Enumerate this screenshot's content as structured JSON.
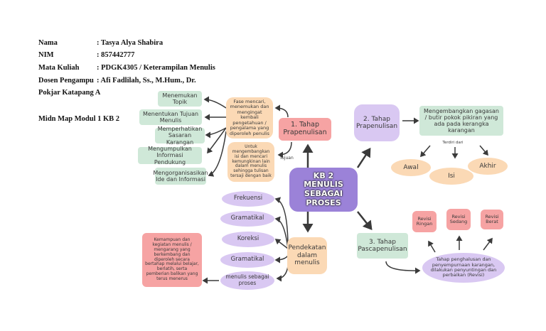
{
  "header": {
    "nama_label": "Nama",
    "nama_value": ": Tasya Alya Shabira",
    "nim_label": "NIM",
    "nim_value": ": 857442777",
    "matkul_label": "Mata Kuliah",
    "matkul_value": ": PDGK4305 / Keterampilan Menulis",
    "dosen_label": "Dosen Pengampu",
    "dosen_value": ": Afi Fadlilah, Ss., M.Hum., Dr.",
    "pokjar": "Pokjar Katapang A",
    "subtitle": "Midn Map Modul 1 KB 2"
  },
  "center": {
    "line1": "KB 2",
    "line2": "MENULIS SEBAGAI",
    "line3": "PROSES"
  },
  "tahap_prapenulisan": {
    "title": "1. Tahap Prapenulisan",
    "fase": "Fase mencari, menemukan dan mengingat kembali pengetahuan / pengalama yang diperoleh penulis",
    "untuk": "Untuk mengembangkan isi dan mencari kemungkinan lain dalam menulis sehingga tulisan tersaji dengan baik",
    "tujuan_label": "Tujuan",
    "items": [
      "Menemukan Topik",
      "Menentukan Tujuan Menulis",
      "Memperhatikan Sasaran Karangan",
      "Mengumpulkan Informasi Pendukung",
      "Mengorganisasikan Ide dan Informasi"
    ]
  },
  "tahap2": {
    "title": "2. Tahap Prapenulisan",
    "desc": "Mengembangkan gagasan / butir pokok pikiran yang ada pada kerangka karangan",
    "small": "Terdiri dari",
    "parts": [
      "Awal",
      "Isi",
      "Akhir"
    ]
  },
  "tahap3": {
    "title": "3. Tahap Pascapenulisan",
    "desc": "Tahap penghalusan dan penyempurnaan karangan, dilakukan penyuntingan dan perbaikan (Revisi)",
    "revisi": [
      "Revisi Ringan",
      "Revisi Sedang",
      "Revisi Berat"
    ]
  },
  "pendekatan": {
    "title": "Pendekatan dalam menulis",
    "items": [
      "Frekuensi",
      "Gramatikal",
      "Koreksi",
      "Gramatikal",
      "menulis sebagai proses"
    ],
    "desc": "Kemampuan dan kegiatan menulis / mengarang yang berkembang dan diperoleh secara bertahap melalui belajar, berlatih, serta pemberian balikan yang terus menerus"
  },
  "colors": {
    "green": "#cfe8d8",
    "peach": "#fbd9b5",
    "pink": "#f6a3a3",
    "lavender": "#d9c8f2",
    "center": "#9b82d8",
    "line": "#3a3a3a"
  }
}
